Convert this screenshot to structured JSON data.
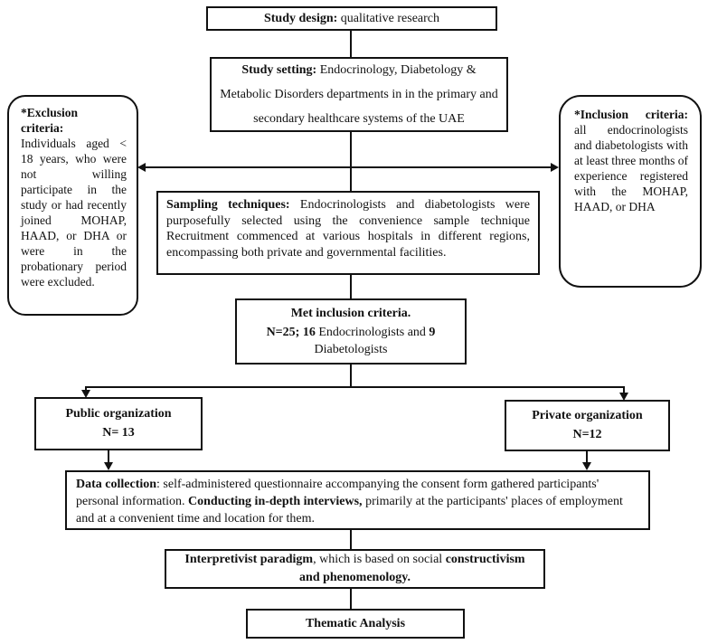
{
  "colors": {
    "border": "#111111",
    "line": "#111111",
    "background": "#ffffff",
    "text": "#111111"
  },
  "nodes": {
    "study_design": {
      "bold": "Study design:",
      "rest": " qualitative research"
    },
    "study_setting": {
      "bold": "Study setting:",
      "rest": " Endocrinology, Diabetology & Metabolic Disorders departments in in the primary and secondary healthcare systems of the UAE"
    },
    "exclusion": {
      "title": "*Exclusion criteria:",
      "body": "Individuals aged < 18 years, who were not willing participate in the study or had recently joined MOHAP, HAAD, or DHA or were in the probationary period were excluded."
    },
    "inclusion": {
      "title": "*Inclusion criteria:",
      "body": " all endocrinologists and diabetologists with at least three months of experience registered with the MOHAP, HAAD, or DHA"
    },
    "sampling": {
      "bold": "Sampling techniques:",
      "rest": " Endocrinologists and diabetologists were purposefully selected using the convenience sample technique Recruitment commenced at various hospitals in different regions, encompassing both private and governmental facilities."
    },
    "met_inclusion": {
      "line1": "Met inclusion criteria.",
      "n_bold": "N=25; 16",
      "mid": " Endocrinologists and ",
      "nine": "9",
      "tail": " Diabetologists"
    },
    "public_org": {
      "title": "Public organization",
      "n": "N= 13"
    },
    "private_org": {
      "title": "Private organization",
      "n": "N=12"
    },
    "data_collection": {
      "bold1": "Data collection",
      "rest1": ": self-administered questionnaire accompanying the consent form gathered participants' personal information.  ",
      "bold2": "Conducting in-depth interviews,",
      "rest2": " primarily at the participants' places of employment and at a convenient time and location for them."
    },
    "interpretivist": {
      "bold1": "Interpretivist paradigm",
      "rest1": ", which is based on social ",
      "bold2": "constructivism and phenomenology.",
      "rest2": ""
    },
    "thematic": {
      "label": "Thematic Analysis"
    }
  }
}
